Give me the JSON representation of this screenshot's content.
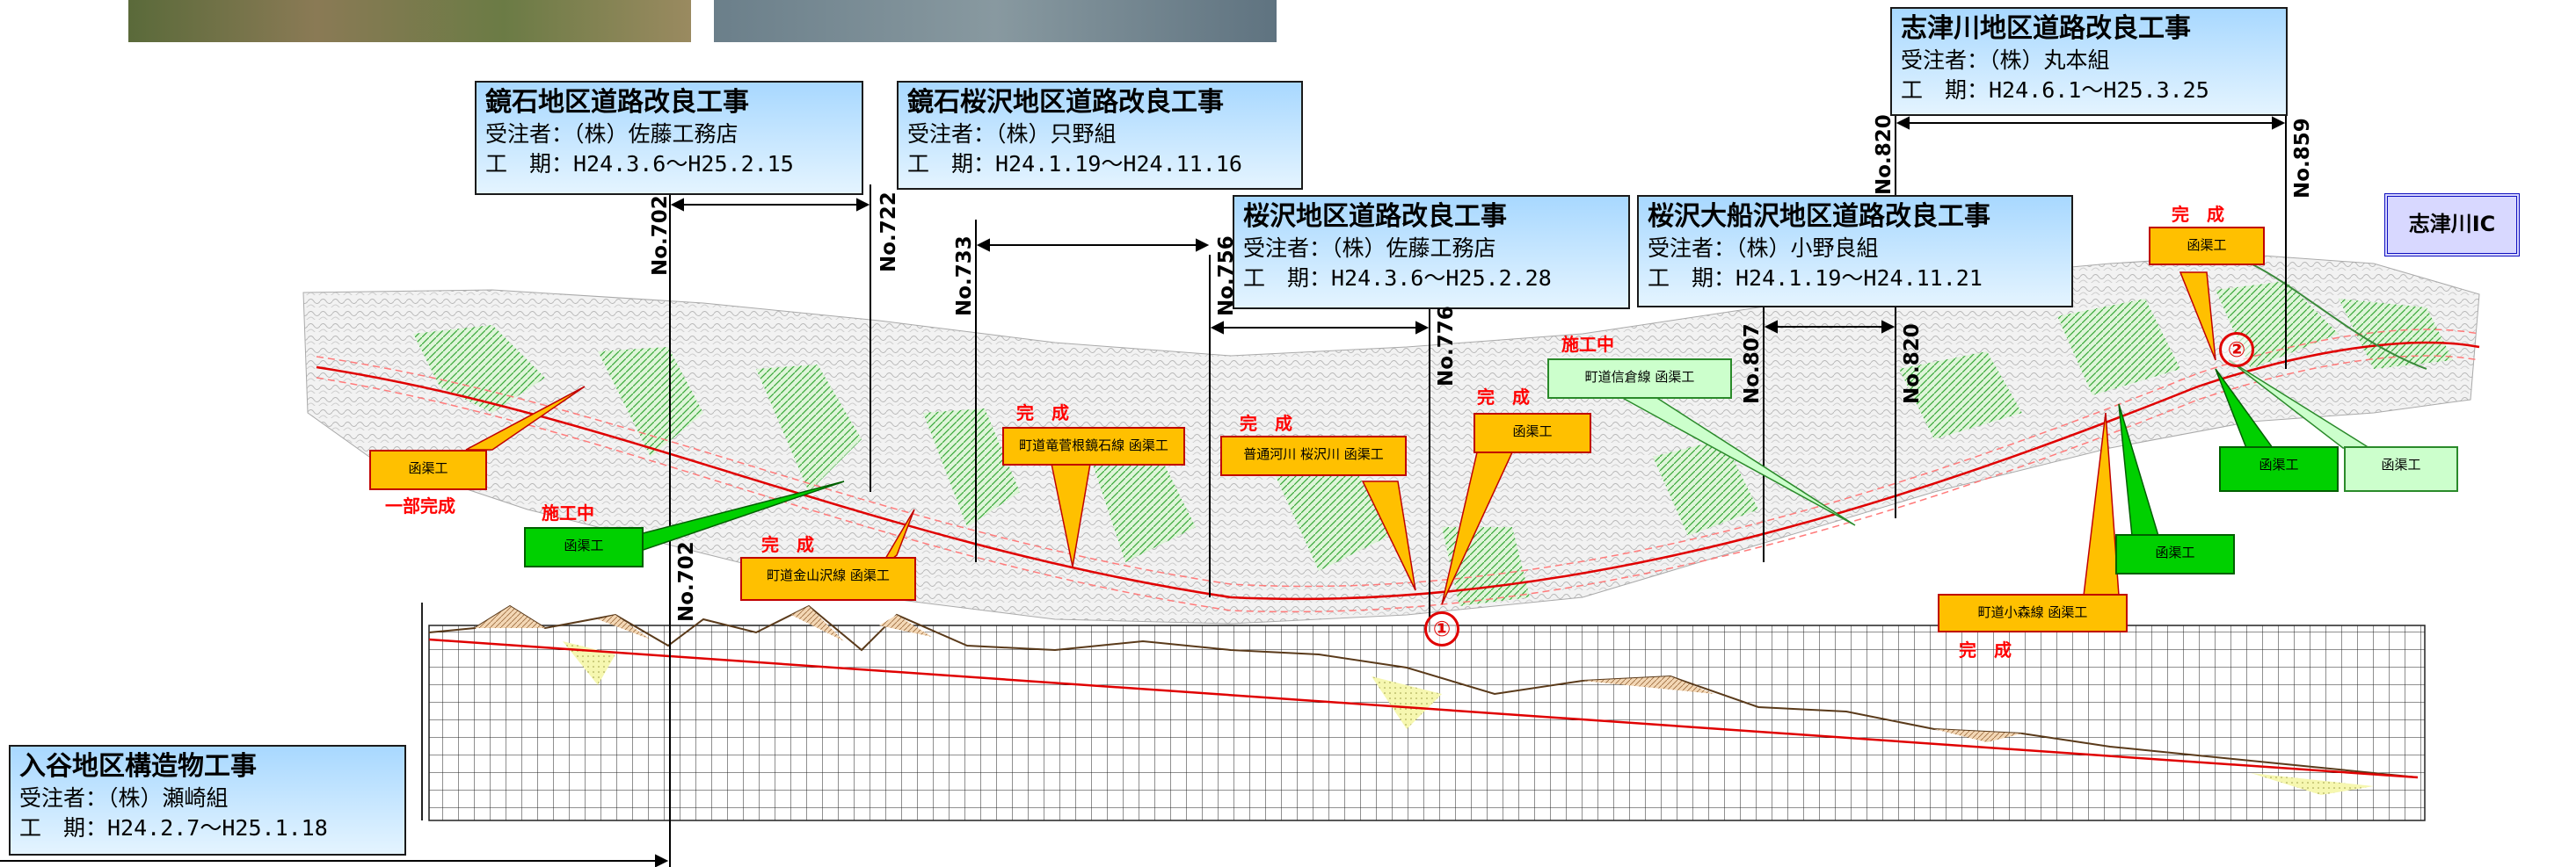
{
  "colors": {
    "box_border": "#1a1a1a",
    "box_fill": "#bfe6ff",
    "callout_orange": "#ffc000",
    "callout_green": "#00d000",
    "callout_light_green": "#ccffcc",
    "status_red": "#ff0000",
    "route_red": "#e00000"
  },
  "projects": [
    {
      "title": "鏡石地区道路改良工事",
      "contractor": "受注者：（株）佐藤工務店",
      "period": "工　期：H24.3.6〜H25.2.15"
    },
    {
      "title": "鏡石桜沢地区道路改良工事",
      "contractor": "受注者：（株）只野組",
      "period": "工　期：H24.1.19〜H24.11.16"
    },
    {
      "title": "桜沢地区道路改良工事",
      "contractor": "受注者：（株）佐藤工務店",
      "period": "工　期：H24.3.6〜H25.2.28"
    },
    {
      "title": "桜沢大船沢地区道路改良工事",
      "contractor": "受注者：（株）小野良組",
      "period": "工　期：H24.1.19〜H24.11.21"
    },
    {
      "title": "志津川地区道路改良工事",
      "contractor": "受注者：（株）丸本組",
      "period": "工　期：H24.6.1〜H25.3.25"
    },
    {
      "title": "入谷地区構造物工事",
      "contractor": "受注者：（株）瀬崎組",
      "period": "工　期：H24.2.7〜H25.1.18"
    }
  ],
  "stations": [
    "No.702",
    "No.722",
    "No.733",
    "No.756",
    "No.776",
    "No.807",
    "No.820",
    "No.820",
    "No.859",
    "No.702"
  ],
  "callouts": [
    "函渠工",
    "函渠工",
    "町道金山沢線 函渠工",
    "町道竜菅根鏡石線 函渠工",
    "普通河川 桜沢川 函渠工",
    "函渠工",
    "町道信倉線 函渠工",
    "函渠工",
    "町道小森線 函渠工",
    "函渠工",
    "函渠工",
    "函渠工"
  ],
  "statuses": [
    "一部完成",
    "施工中",
    "完　成",
    "完　成",
    "完　成",
    "完　成",
    "施工中",
    "完　成",
    "完　成"
  ],
  "markers": [
    "①",
    "②"
  ],
  "interchange": "志津川IC"
}
